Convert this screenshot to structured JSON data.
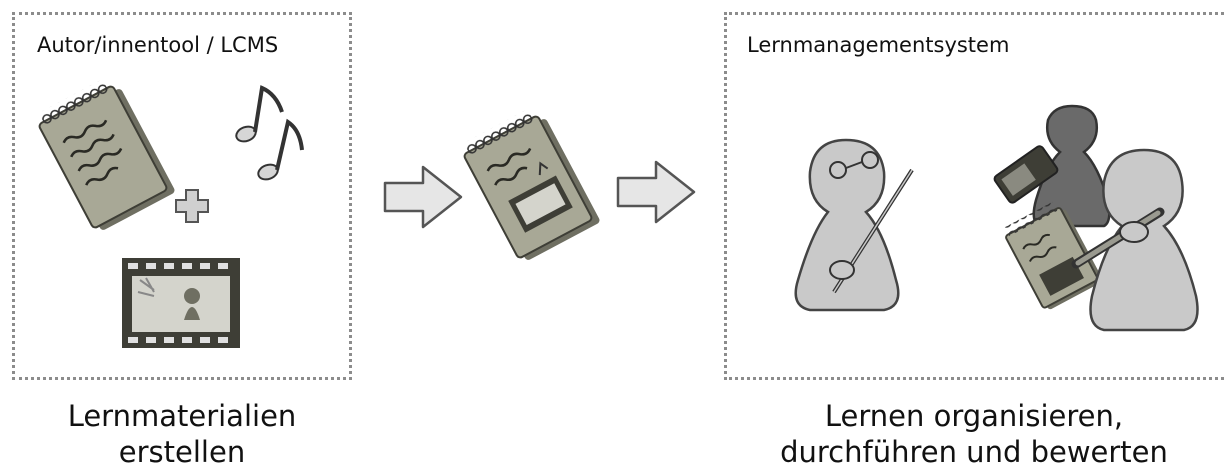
{
  "left_panel": {
    "title": "Autor/innentool / LCMS",
    "caption_line1": "Lernmaterialien",
    "caption_line2": "erstellen"
  },
  "right_panel": {
    "title": "Lernmanagementsystem",
    "caption_line1": "Lernen organisieren,",
    "caption_line2": "durchführen und bewerten"
  },
  "icons": {
    "notepad": "notepad-icon",
    "music": "music-notes-icon",
    "plus": "plus-icon",
    "film": "film-strip-icon",
    "arrow": "arrow-right-icon",
    "learning_unit": "notepad-with-media-icon",
    "teacher": "teacher-figure-icon",
    "learners": "learner-figures-icon"
  },
  "colors": {
    "border": "#8c8c8c",
    "notepad_fill": "#a8a896",
    "figure_fill": "#c9c9c9",
    "arrow_fill": "#e6e6e6"
  }
}
